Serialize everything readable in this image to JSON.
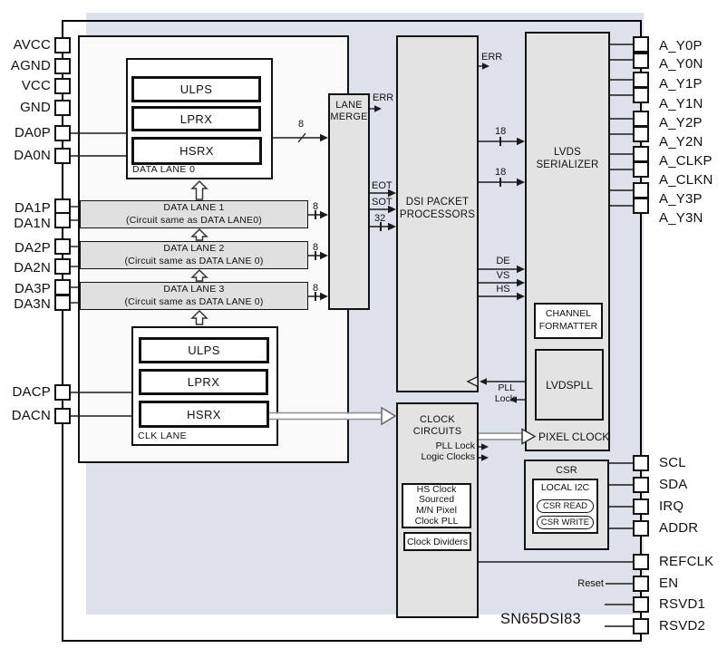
{
  "device": {
    "part_number": "SN65DSI83"
  },
  "pins": {
    "left": [
      "AVCC",
      "AGND",
      "VCC",
      "GND",
      "DA0P",
      "DA0N",
      "DA1P",
      "DA1N",
      "DA2P",
      "DA2N",
      "DA3P",
      "DA3N",
      "DACP",
      "DACN"
    ],
    "right_top": [
      "A_Y0P",
      "A_Y0N",
      "A_Y1P",
      "A_Y1N",
      "A_Y2P",
      "A_Y2N",
      "A_CLKP",
      "A_CLKN",
      "A_Y3P",
      "A_Y3N"
    ],
    "right_bottom": [
      "SCL",
      "SDA",
      "IRQ",
      "ADDR",
      "REFCLK",
      "EN",
      "RSVD1",
      "RSVD2"
    ]
  },
  "blocks": {
    "data_lane0": {
      "label": "DATA LANE 0",
      "ulps": "ULPS",
      "lprx": "LPRX",
      "hsrx": "HSRX"
    },
    "data_lane1": "DATA LANE 1\n(Circuit same as DATA LANE0)",
    "data_lane2": "DATA LANE 2\n(Circuit same as DATA LANE 0)",
    "data_lane3": "DATA LANE 3\n(Circuit same as DATA LANE 0)",
    "clk_lane": {
      "label": "CLK LANE",
      "ulps": "ULPS",
      "lprx": "LPRX",
      "hsrx": "HSRX"
    },
    "lane_merge": "LANE\nMERGE",
    "dsi_packet_processors": "DSI PACKET\nPROCESSORS",
    "lvds_serializer": "LVDS\nSERIALIZER",
    "channel_formatter": "CHANNEL\nFORMATTER",
    "lvdspll": "LVDSPLL",
    "pixel_clock": "PIXEL CLOCK",
    "clock_circuits": "CLOCK CIRCUITS",
    "hs_clock_pll": "HS Clock\nSourced\nM/N Pixel\nClock PLL",
    "clock_dividers": "Clock Dividers",
    "csr": {
      "label": "CSR",
      "local_i2c": "LOCAL I2C",
      "csr_read": "CSR READ",
      "csr_write": "CSR WRITE"
    }
  },
  "signals": {
    "err": "ERR",
    "eot": "EOT",
    "sot": "SOT",
    "bus32": "32",
    "bus8": "8",
    "bus18": "18",
    "de": "DE",
    "vs": "VS",
    "hs": "HS",
    "pll_lock": "PLL Lock",
    "logic_clocks": "Logic Clocks",
    "reset": "Reset"
  },
  "colors": {
    "canvas_blue": "#dce1ec",
    "block_gray": "#e3e3e3",
    "container_white": "#fafafa"
  }
}
